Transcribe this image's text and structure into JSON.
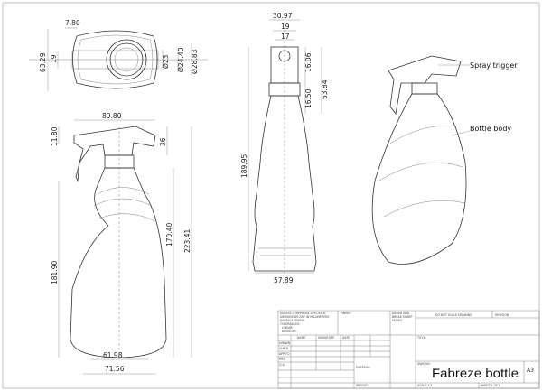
{
  "top_view": {
    "dims": [
      "7.80",
      "63.29",
      "19",
      "Ø23",
      "Ø24.40",
      "Ø28.83"
    ]
  },
  "front_view": {
    "dims": [
      "89.80",
      "11.80",
      "36",
      "181.90",
      "170.40",
      "223.41",
      "61.98",
      "71.56"
    ]
  },
  "side_view": {
    "dims": [
      "30.97",
      "19",
      "17",
      "16.06",
      "53.84",
      "16.50",
      "189.95",
      "57.89"
    ]
  },
  "iso_view": {
    "labels": [
      "Spray trigger",
      "Bottle body"
    ]
  },
  "title_block": {
    "notes": [
      "UNLESS OTHERWISE SPECIFIED:",
      "DIMENSIONS ARE IN MILLIMETERS",
      "SURFACE FINISH:",
      "TOLERANCES:",
      "LINEAR:",
      "ANGULAR:"
    ],
    "finish": "FINISH:",
    "debur": [
      "DEBUR AND",
      "BREAK SHARP",
      "EDGES"
    ],
    "do_not_scale": "DO NOT SCALE DRAWING",
    "revision": "REVISION",
    "cols": [
      "NAME",
      "SIGNATURE",
      "DATE"
    ],
    "rows": [
      "DRAWN",
      "CHK'D",
      "APPV'D",
      "MFG",
      "Q.A"
    ],
    "material": "MATERIAL:",
    "weight": "WEIGHT:",
    "title_label": "TITLE:",
    "dwg_no": "DWG NO.",
    "title": "Fabreze bottle",
    "size": "A3",
    "scale": "SCALE:1:2",
    "sheet": "SHEET 1 OF 1"
  }
}
